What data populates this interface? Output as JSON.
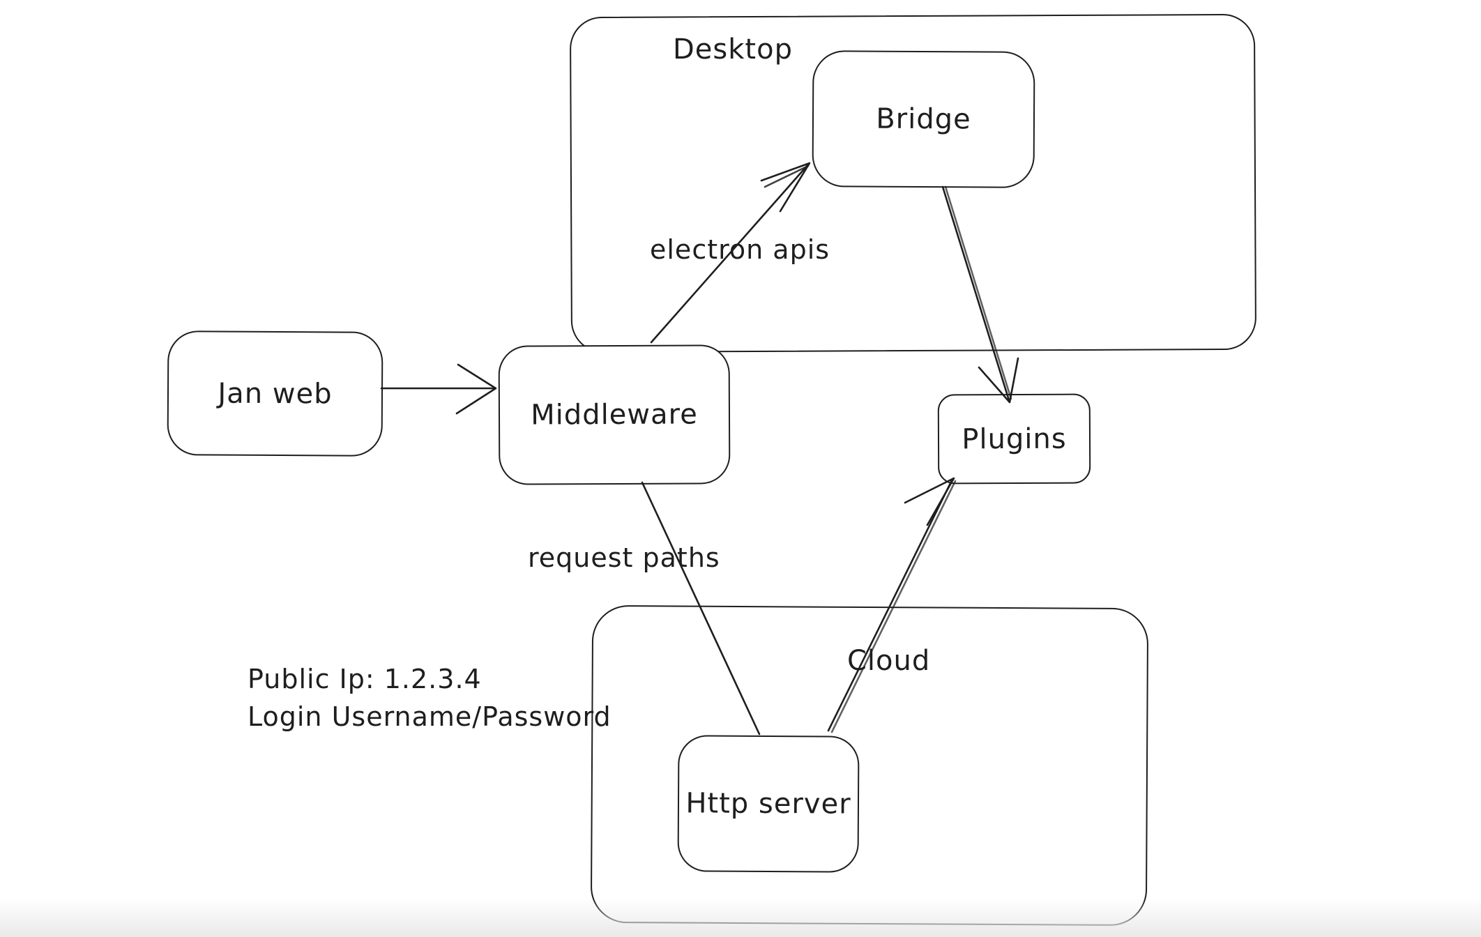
{
  "canvas": {
    "background": "#ffffff",
    "stroke_color": "#1e1e1e",
    "style": "hand-drawn whiteboard (excalidraw-like) architecture diagram"
  },
  "containers": {
    "desktop": {
      "label": "Desktop"
    },
    "cloud": {
      "label": "Cloud"
    }
  },
  "nodes": {
    "janWeb": {
      "label": "Jan web"
    },
    "middleware": {
      "label": "Middleware"
    },
    "bridge": {
      "label": "Bridge"
    },
    "plugins": {
      "label": "Plugins"
    },
    "httpServer": {
      "label": "Http server"
    }
  },
  "edgeLabels": {
    "electronApis": "electron apis",
    "requestPaths": "request paths"
  },
  "annotation": {
    "line1": "Public Ip: 1.2.3.4",
    "line2": "Login Username/Password"
  },
  "edges": [
    {
      "from": "Jan web",
      "to": "Middleware",
      "label": "",
      "arrowhead": "end"
    },
    {
      "from": "Middleware",
      "to": "Bridge",
      "label": "electron apis",
      "arrowhead": "end"
    },
    {
      "from": "Bridge",
      "to": "Plugins",
      "label": "",
      "arrowhead": "end"
    },
    {
      "from": "Http server",
      "to": "Plugins",
      "label": "",
      "arrowhead": "end"
    },
    {
      "from": "Middleware",
      "to": "Http server",
      "label": "request paths",
      "arrowhead": "none"
    }
  ]
}
